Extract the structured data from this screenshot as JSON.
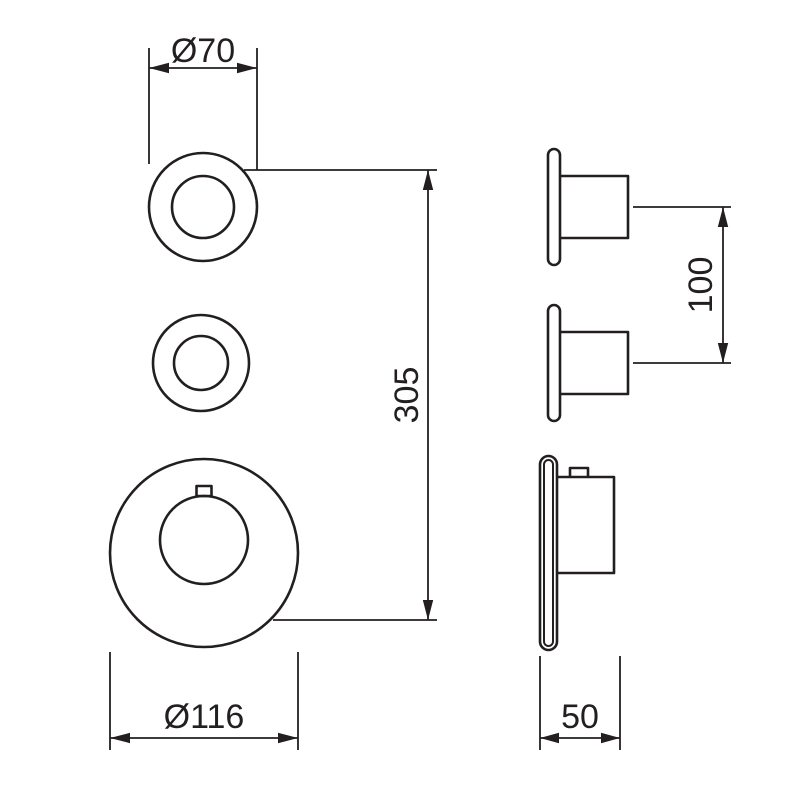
{
  "diagram": {
    "background_color": "#ffffff",
    "line_color": "#231f20",
    "dimensions": {
      "top_knob_diameter": "Ø70",
      "overall_height": "305",
      "bottom_plate_diameter": "Ø116",
      "knob_spacing": "100",
      "depth": "50"
    }
  }
}
